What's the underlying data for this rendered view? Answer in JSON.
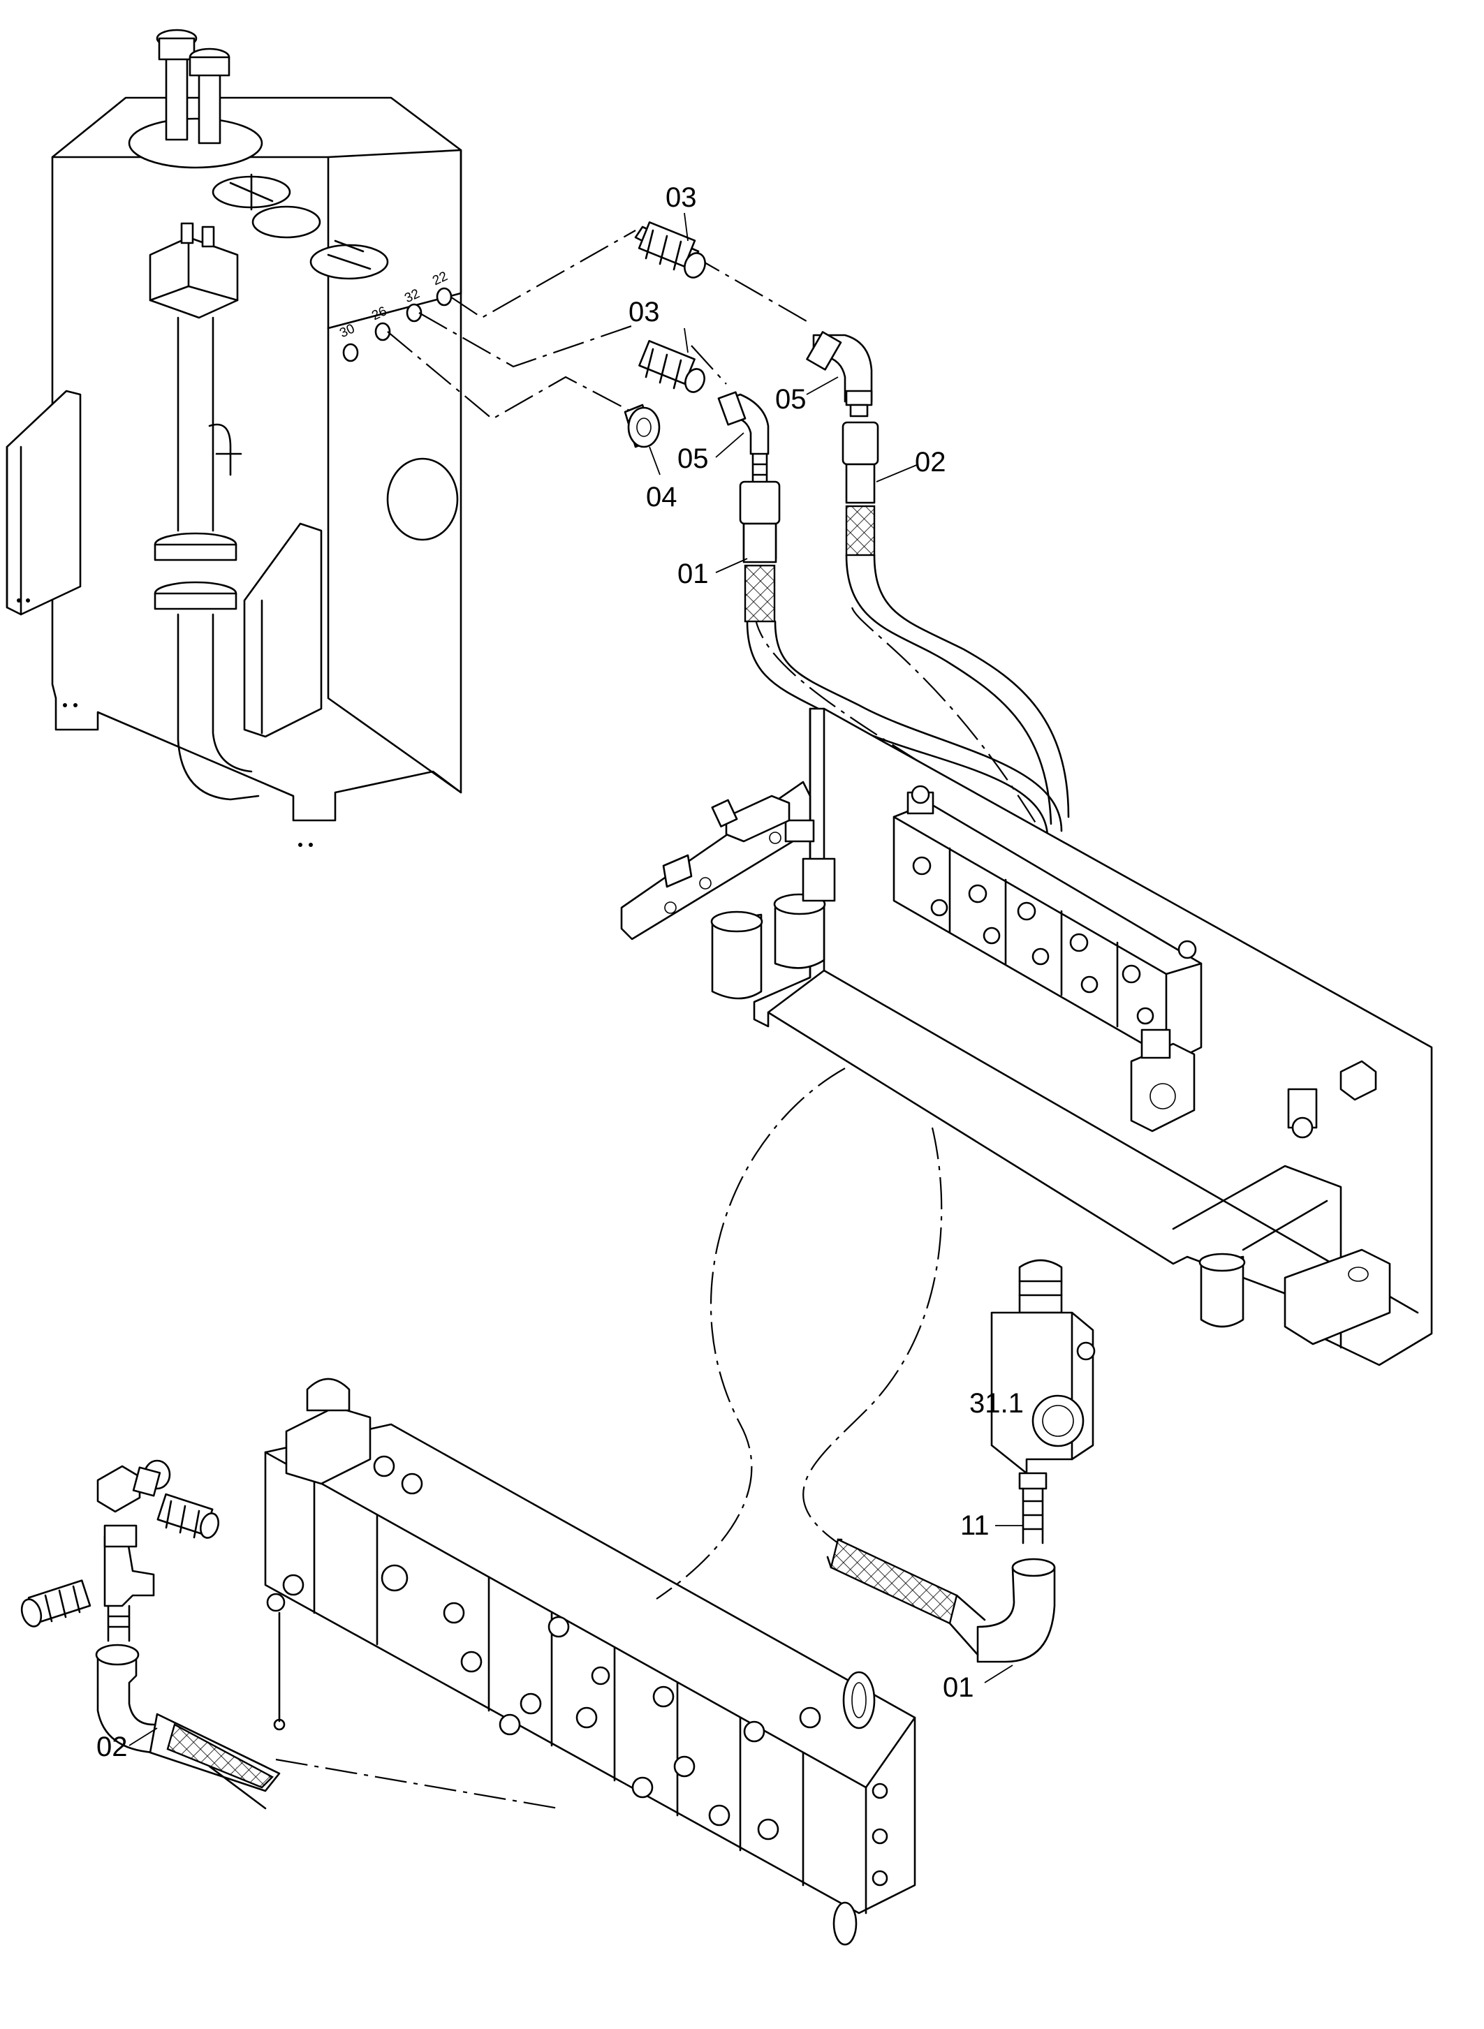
{
  "diagram": {
    "callouts": [
      {
        "id": "c03a",
        "text": "03"
      },
      {
        "id": "c03b",
        "text": "03"
      },
      {
        "id": "c05a",
        "text": "05"
      },
      {
        "id": "c05b",
        "text": "05"
      },
      {
        "id": "c04",
        "text": "04"
      },
      {
        "id": "c02a",
        "text": "02"
      },
      {
        "id": "c01a",
        "text": "01"
      },
      {
        "id": "c311",
        "text": "31.1"
      },
      {
        "id": "c11",
        "text": "11"
      },
      {
        "id": "c01b",
        "text": "01"
      },
      {
        "id": "c02b",
        "text": "02"
      }
    ],
    "port_labels": [
      "30",
      "26",
      "32",
      "22"
    ]
  }
}
